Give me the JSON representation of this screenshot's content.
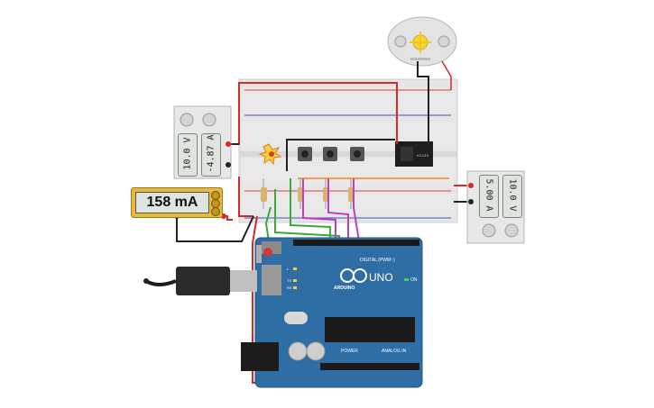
{
  "multimeter": {
    "reading": "158 mA"
  },
  "power_supply_left": {
    "voltage": "10.0 V",
    "current": "-4.87 A"
  },
  "power_supply_right": {
    "current": "5.00 A",
    "voltage": "10.0 V"
  },
  "arduino": {
    "brand": "ARDUINO",
    "model": "UNO",
    "on_label": "ON",
    "digital_label": "DIGITAL (PWM~)",
    "power_label": "POWER",
    "analog_label": "ANALOG IN",
    "led_l": "L",
    "led_tx": "TX",
    "led_rx": "RX"
  },
  "relay": {
    "label": "KY-019"
  },
  "colors": {
    "arduino_blue": "#2f6ea5",
    "breadboard": "#e6e6e6",
    "wire_red": "#d42a2a",
    "wire_black": "#222222",
    "wire_green": "#3aaa3a",
    "wire_magenta": "#c23bc2",
    "wire_orange": "#f08a1e"
  }
}
